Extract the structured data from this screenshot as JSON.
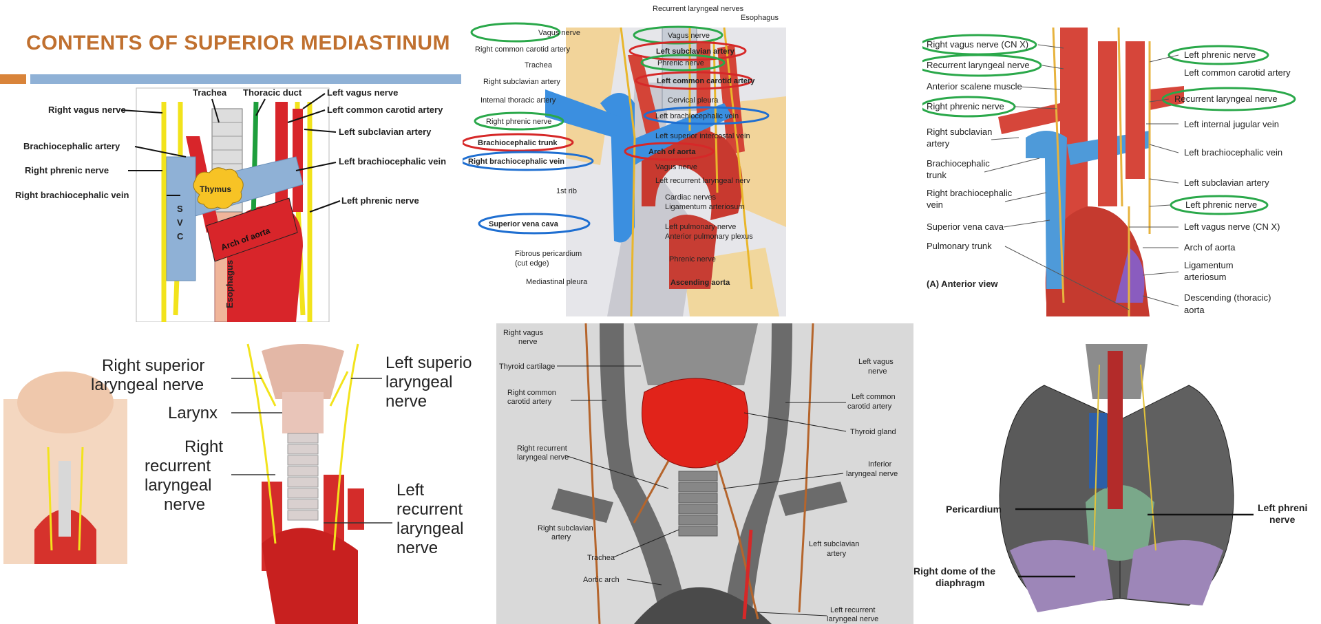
{
  "header": {
    "title": "CONTENTS OF SUPERIOR MEDIASTINUM"
  },
  "panel1": {
    "labels": {
      "trachea": "Trachea",
      "thoracic_duct": "Thoracic duct",
      "left_vagus": "Left vagus nerve",
      "right_vagus": "Right vagus nerve",
      "left_common_carotid": "Left common carotid artery",
      "left_subclavian": "Left subclavian artery",
      "brachiocephalic_artery": "Brachiocephalic artery",
      "left_brachiocephalic_vein": "Left brachiocephalic vein",
      "right_phrenic": "Right phrenic nerve",
      "right_brachiocephalic_vein": "Right brachiocephalic vein",
      "left_phrenic": "Left phrenic nerve",
      "thymus": "Thymus",
      "arch_of_aorta": "Arch of aorta",
      "svc_s": "S",
      "svc_v": "V",
      "svc_c": "C",
      "esophagus": "Esophagus"
    }
  },
  "panel2": {
    "labels": {
      "recurrent_laryngeal": "Recurrent laryngeal nerves",
      "esophagus": "Esophagus",
      "vagus_left": "Vagus nerve",
      "vagus_right": "Vagus nerve",
      "right_common_carotid": "Right common carotid artery",
      "left_subclavian": "Left subclavian artery",
      "trachea": "Trachea",
      "phrenic": "Phrenic nerve",
      "right_subclavian": "Right subclavian artery",
      "left_common_carotid": "Left common carotid artery",
      "internal_thoracic": "Internal thoracic artery",
      "cervical_pleura": "Cervical pleura",
      "right_phrenic": "Right phrenic nerve",
      "left_brachiocephalic_vein": "Left brachiocephalic vein",
      "brachiocephalic_trunk": "Brachiocephalic trunk",
      "left_superior_intercostal": "Left superior intercostal vein",
      "right_brachiocephalic_vein": "Right brachiocephalic vein",
      "arch_of_aorta": "Arch of aorta",
      "vagus_nerve2": "Vagus nerve",
      "first_rib": "1st rib",
      "left_recurrent": "Left recurrent laryngeal nerv",
      "cardiac_nerves": "Cardiac nerves",
      "ligamentum": "Ligamentum arteriosum",
      "svc": "Superior vena cava",
      "left_pulmonary": "Left pulmonary nerve",
      "ant_pulmonary_plexus": "Anterior pulmonary plexus",
      "fibrous_pericardium": "Fibrous pericardium",
      "cut_edge": "(cut edge)",
      "phrenic_nerve2": "Phrenic nerve",
      "mediastinal_pleura": "Mediastinal pleura",
      "ascending_aorta": "Ascending aorta"
    },
    "circle_colors": {
      "green": "#2aa84a",
      "red": "#d62828",
      "blue": "#1f6fd1"
    }
  },
  "panel3": {
    "labels": {
      "right_vagus": "Right vagus nerve (CN X)",
      "left_phrenic_top": "Left phrenic nerve",
      "recurrent_laryngeal": "Recurrent laryngeal nerve",
      "left_common_carotid": "Left common carotid artery",
      "anterior_scalene": "Anterior scalene muscle",
      "recurrent_laryngeal_r": "Recurrent laryngeal nerve",
      "right_phrenic": "Right phrenic nerve",
      "left_internal_jugular": "Left internal jugular vein",
      "right_subclavian_1": "Right subclavian",
      "right_subclavian_2": "artery",
      "left_brachiocephalic_vein": "Left brachiocephalic vein",
      "brachiocephalic_1": "Brachiocephalic",
      "brachiocephalic_2": "trunk",
      "left_subclavian": "Left subclavian artery",
      "right_brachio_vein_1": "Right brachiocephalic",
      "right_brachio_vein_2": "vein",
      "left_phrenic_mid": "Left phrenic nerve",
      "svc": "Superior vena cava",
      "left_vagus": "Left vagus nerve (CN X)",
      "pulmonary_trunk": "Pulmonary trunk",
      "arch_of_aorta": "Arch of aorta",
      "ligamentum_1": "Ligamentum",
      "ligamentum_2": "arteriosum",
      "anterior_view": "(A) Anterior view",
      "descending_1": "Descending (thoracic)",
      "descending_2": "aorta"
    }
  },
  "panel4": {
    "labels": {
      "right_superior_1": "Right superior",
      "right_superior_2": "laryngeal nerve",
      "left_superior_1": "Left superio",
      "left_superior_2": "laryngeal",
      "left_superior_3": "nerve",
      "larynx": "Larynx",
      "right_rec_1": "Right",
      "right_rec_2": "recurrent",
      "right_rec_3": "laryngeal",
      "right_rec_4": "nerve",
      "left_rec_1": "Left",
      "left_rec_2": "recurrent",
      "left_rec_3": "laryngeal",
      "left_rec_4": "nerve"
    }
  },
  "panel5": {
    "labels": {
      "right_vagus_1": "Right vagus",
      "right_vagus_2": "nerve",
      "left_vagus_1": "Left vagus",
      "left_vagus_2": "nerve",
      "thyroid_cartilage": "Thyroid cartilage",
      "right_common_1": "Right common",
      "right_common_2": "carotid artery",
      "left_common_1": "Left common",
      "left_common_2": "carotid artery",
      "thyroid_gland": "Thyroid gland",
      "right_rec_1": "Right recurrent",
      "right_rec_2": "laryngeal nerve",
      "inferior_1": "Inferior",
      "inferior_2": "laryngeal nerve",
      "right_subclavian_1": "Right subclavian",
      "right_subclavian_2": "artery",
      "left_subclavian_1": "Left subclavian",
      "left_subclavian_2": "artery",
      "trachea": "Trachea",
      "aortic_arch": "Aortic arch",
      "left_rec_1": "Left recurrent",
      "left_rec_2": "laryngeal nerve"
    }
  },
  "panel6": {
    "labels": {
      "pericardium": "Pericardium",
      "left_phrenic_1": "Left phreni",
      "left_phrenic_2": "nerve",
      "right_dome_1": "Right dome of the",
      "right_dome_2": "diaphragm"
    }
  }
}
